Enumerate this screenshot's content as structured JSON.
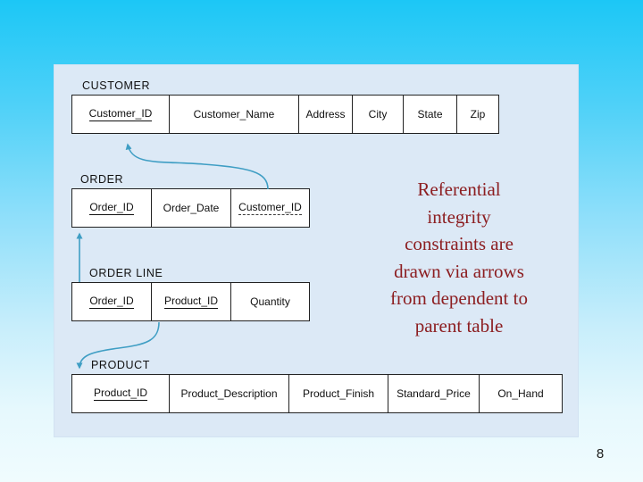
{
  "page": {
    "number": "8"
  },
  "caption": {
    "color": "#8c1e21",
    "full_text": "Referential integrity constraints are drawn via arrows from dependent to parent table",
    "lines": [
      "Referential",
      "integrity",
      "constraints are",
      "drawn via arrows",
      "from dependent to",
      "parent table"
    ]
  },
  "diagram": {
    "arrow_color": "#3f9ec4",
    "arrows": [
      {
        "name": "order-customer",
        "from": "ORDER.Customer_ID",
        "to": "CUSTOMER.Customer_ID"
      },
      {
        "name": "orderline-order",
        "from": "ORDER LINE.Order_ID",
        "to": "ORDER.Order_ID"
      },
      {
        "name": "orderline-product",
        "from": "ORDER LINE.Product_ID",
        "to": "PRODUCT.Product_ID"
      }
    ],
    "tables": [
      {
        "title": "CUSTOMER",
        "columns": [
          {
            "label": "Customer_ID",
            "key": "primary"
          },
          {
            "label": "Customer_Name",
            "key": "none"
          },
          {
            "label": "Address",
            "key": "none"
          },
          {
            "label": "City",
            "key": "none"
          },
          {
            "label": "State",
            "key": "none"
          },
          {
            "label": "Zip",
            "key": "none"
          }
        ]
      },
      {
        "title": "ORDER",
        "columns": [
          {
            "label": "Order_ID",
            "key": "primary"
          },
          {
            "label": "Order_Date",
            "key": "none"
          },
          {
            "label": "Customer_ID",
            "key": "foreign"
          }
        ]
      },
      {
        "title": "ORDER LINE",
        "columns": [
          {
            "label": "Order_ID",
            "key": "primary"
          },
          {
            "label": "Product_ID",
            "key": "primary"
          },
          {
            "label": "Quantity",
            "key": "none"
          }
        ]
      },
      {
        "title": "PRODUCT",
        "columns": [
          {
            "label": "Product_ID",
            "key": "primary"
          },
          {
            "label": "Product_Description",
            "key": "none"
          },
          {
            "label": "Product_Finish",
            "key": "none"
          },
          {
            "label": "Standard_Price",
            "key": "none"
          },
          {
            "label": "On_Hand",
            "key": "none"
          }
        ]
      }
    ]
  }
}
